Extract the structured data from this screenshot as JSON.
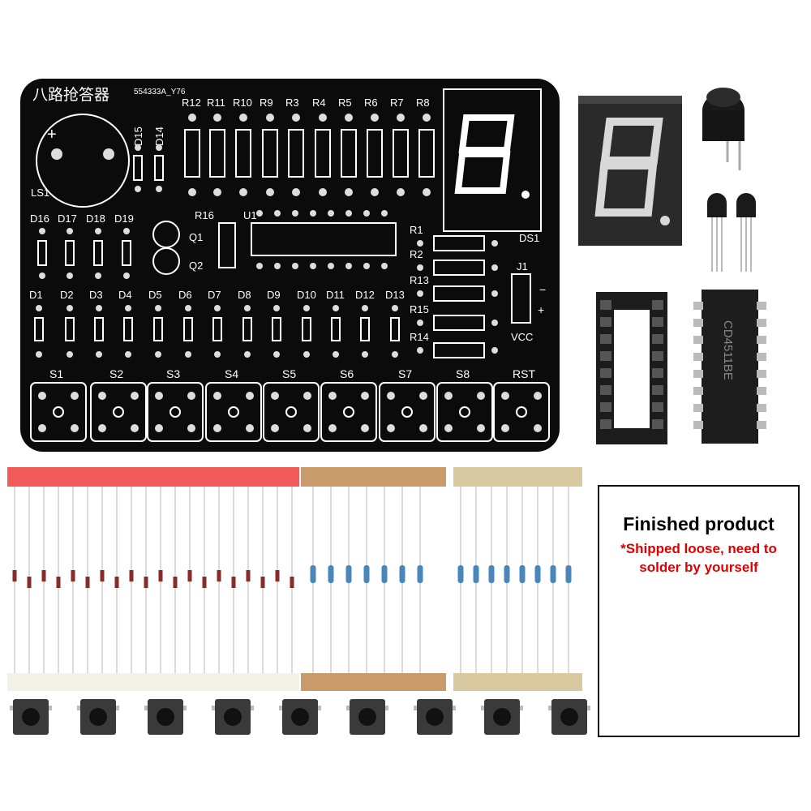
{
  "pcb": {
    "title": "八路抢答器",
    "code": "554333A_Y76",
    "resistor_labels": [
      "R12",
      "R11",
      "R10",
      "R9",
      "R3",
      "R4",
      "R5",
      "R6",
      "R7",
      "R8"
    ],
    "diode_top_labels": [
      "D15",
      "D14"
    ],
    "diode_row2_labels": [
      "D16",
      "D17",
      "D18",
      "D19"
    ],
    "diode_row3_labels": [
      "D1",
      "D2",
      "D3",
      "D4",
      "D5",
      "D6",
      "D7",
      "D8",
      "D9",
      "D10",
      "D11",
      "D12",
      "D13"
    ],
    "switch_labels": [
      "S1",
      "S2",
      "S3",
      "S4",
      "S5",
      "S6",
      "S7",
      "S8",
      "RST"
    ],
    "right_resistor_labels": [
      "R1",
      "R2",
      "R13",
      "R15",
      "R14"
    ],
    "misc": {
      "ls1": "LS1",
      "r16": "R16",
      "u1": "U1",
      "q1": "Q1",
      "q2": "Q2",
      "ds1": "DS1",
      "j1": "J1",
      "minus": "−",
      "plus": "+",
      "vcc": "VCC"
    }
  },
  "chip_marking": "CD4511BE",
  "finished": {
    "title": "Finished product",
    "note_line1": "*Shipped loose, need to",
    "note_line2": "solder by yourself"
  },
  "colors": {
    "pcb": "#0b0b0b",
    "silk": "#ffffff",
    "tape_red": "#f25a5a",
    "tape_brown": "#c99a6a",
    "tape_tan": "#d9c9a0",
    "note_red": "#e00000"
  }
}
